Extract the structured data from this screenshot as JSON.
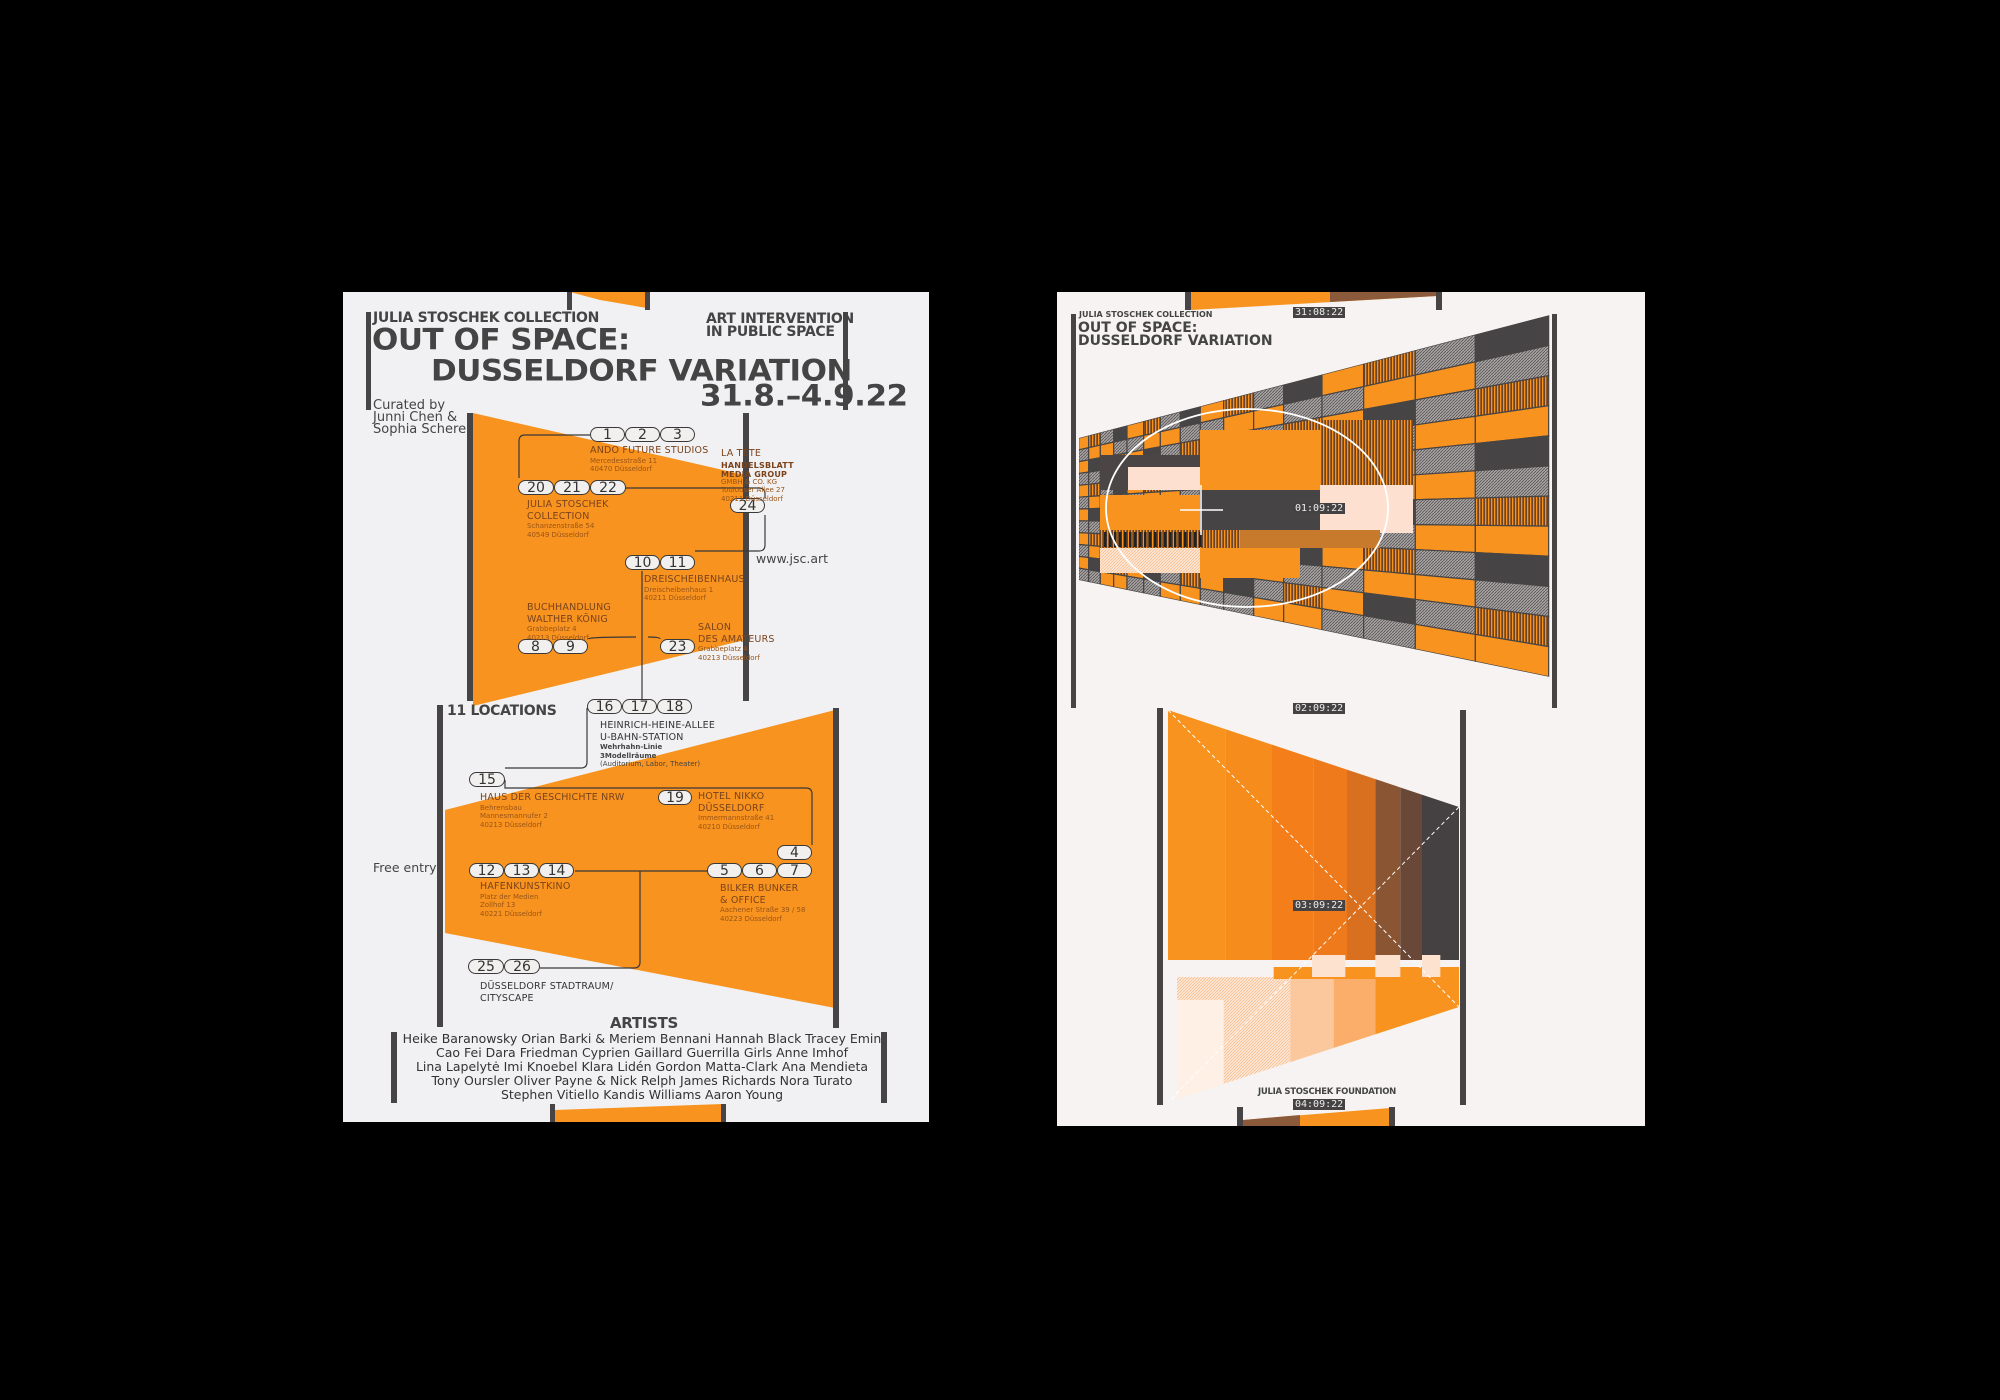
{
  "colors": {
    "orange": "#f7931e",
    "dark": "#474445",
    "paper": "#f1f1f3",
    "background": "#000000"
  },
  "left": {
    "header_collection": "JULIA STOSCHEK COLLECTION",
    "title_line1": "OUT OF SPACE:",
    "title_line2": "DUSSELDORF VARIATION",
    "dates": "31.8.–4.9.22",
    "tagline": [
      "ART INTERVENTION",
      "IN PUBLIC SPACE"
    ],
    "curated": [
      "Curated by",
      "Junni Chen &",
      "Sophia Scherer"
    ],
    "website": "www.jsc.art",
    "locations_count": "11 LOCATIONS",
    "free_entry": "Free entry",
    "locations": [
      {
        "numbers": [
          "1",
          "2",
          "3"
        ],
        "name": [
          "ANDO FUTURE STUDIOS"
        ],
        "address": [
          "Mercedesstraße 11",
          "40470 Düsseldorf"
        ]
      },
      {
        "numbers": [
          "24"
        ],
        "name": [
          "LA TÊTE",
          "HANDELSBLATT",
          "MEDIA GROUP"
        ],
        "address": [
          "GMBH & CO. KG",
          "Toulouser Allee 27",
          "40211 Düsseldorf"
        ]
      },
      {
        "numbers": [
          "20",
          "21",
          "22"
        ],
        "name": [
          "JULIA STOSCHEK",
          "COLLECTION"
        ],
        "address": [
          "Schanzenstraße 54",
          "40549 Düsseldorf"
        ]
      },
      {
        "numbers": [
          "10",
          "11"
        ],
        "name": [
          "DREISCHEIBENHAUS"
        ],
        "address": [
          "Dreischeibenhaus 1",
          "40211 Düsseldorf"
        ]
      },
      {
        "numbers": [
          "8",
          "9"
        ],
        "name": [
          "BUCHHANDLUNG",
          "WALTHER KÖNIG"
        ],
        "address": [
          "Grabbeplatz 4",
          "40213 Düsseldorf"
        ]
      },
      {
        "numbers": [
          "23"
        ],
        "name": [
          "SALON",
          "DES AMATEURS"
        ],
        "address": [
          "Grabbeplatz 4",
          "40213 Düsseldorf"
        ]
      },
      {
        "numbers": [
          "16",
          "17",
          "18"
        ],
        "name": [
          "HEINRICH-HEINE-ALLEE",
          "U-BAHN-STATION"
        ],
        "address": [
          "Wehrhahn-Linie",
          "3Modellräume",
          "(Auditorium, Labor, Theater)"
        ]
      },
      {
        "numbers": [
          "15"
        ],
        "name": [
          "HAUS DER GESCHICHTE NRW"
        ],
        "address": [
          "Behrensbau",
          "Mannesmannufer 2",
          "40213 Düsseldorf"
        ]
      },
      {
        "numbers": [
          "19"
        ],
        "name": [
          "HOTEL NIKKO",
          "DÜSSELDORF"
        ],
        "address": [
          "Immermannstraße 41",
          "40210 Düsseldorf"
        ]
      },
      {
        "numbers": [
          "12",
          "13",
          "14"
        ],
        "name": [
          "HAFENKUNSTKINO"
        ],
        "address": [
          "Platz der Medien",
          "Zollhof 13",
          "40221 Düsseldorf"
        ]
      },
      {
        "numbers": [
          "4",
          "5",
          "6",
          "7"
        ],
        "name": [
          "BILKER BUNKER",
          "& OFFICE"
        ],
        "address": [
          "Aachener Straße 39 / 58",
          "40223 Düsseldorf"
        ]
      },
      {
        "numbers": [
          "25",
          "26"
        ],
        "name": [
          "DÜSSELDORF STADTRAUM/",
          "CITYSCAPE"
        ],
        "address": []
      }
    ],
    "artists_heading": "ARTISTS",
    "artists_lines": [
      "Heike Baranowsky   Orian Barki & Meriem Bennani   Hannah Black   Tracey Emin",
      "Cao Fei   Dara Friedman   Cyprien Gaillard   Guerrilla Girls   Anne Imhof",
      "Lina Lapelytė   Imi Knoebel   Klara Lidén   Gordon Matta-Clark   Ana Mendieta",
      "Tony Oursler   Oliver Payne & Nick Relph   James Richards   Nora Turato",
      "Stephen Vitiello   Kandis Williams   Aaron Young"
    ]
  },
  "right": {
    "header_collection": "JULIA STOSCHEK COLLECTION",
    "title_line1": "OUT OF SPACE:",
    "title_line2": "DUSSELDORF VARIATION",
    "timestamps": [
      "31:08:22",
      "01:09:22",
      "02:09:22",
      "03:09:22",
      "04:09:22"
    ],
    "footer": "JULIA STOSCHEK FOUNDATION"
  }
}
